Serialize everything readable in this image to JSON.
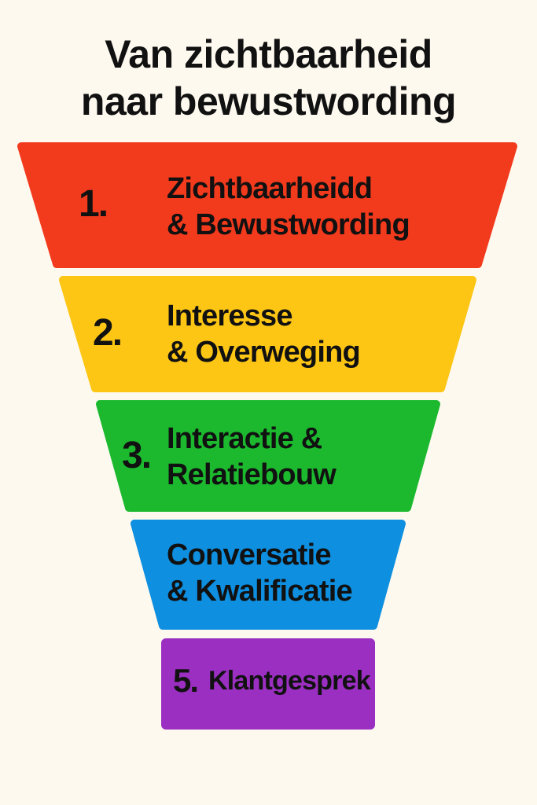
{
  "title": {
    "line1": "Van zichtbaarheid",
    "line2": "naar bewustwording"
  },
  "stages": [
    {
      "number": "1.",
      "line1": "Zichtbaarheidd",
      "line2": "& Bewustwording",
      "color": "#f23a1d"
    },
    {
      "number": "2.",
      "line1": "Interesse",
      "line2": "& Overweging",
      "color": "#fdc615"
    },
    {
      "number": "3.",
      "line1": "Interactie &",
      "line2": "Relatiebouw",
      "color": "#1cb92f"
    },
    {
      "number": "",
      "line1": "Conversatie",
      "line2": "& Kwalificatie",
      "color": "#0e8fe0"
    },
    {
      "number": "5.",
      "line1": "Klantgesprek",
      "color": "#9b2fc2"
    }
  ]
}
